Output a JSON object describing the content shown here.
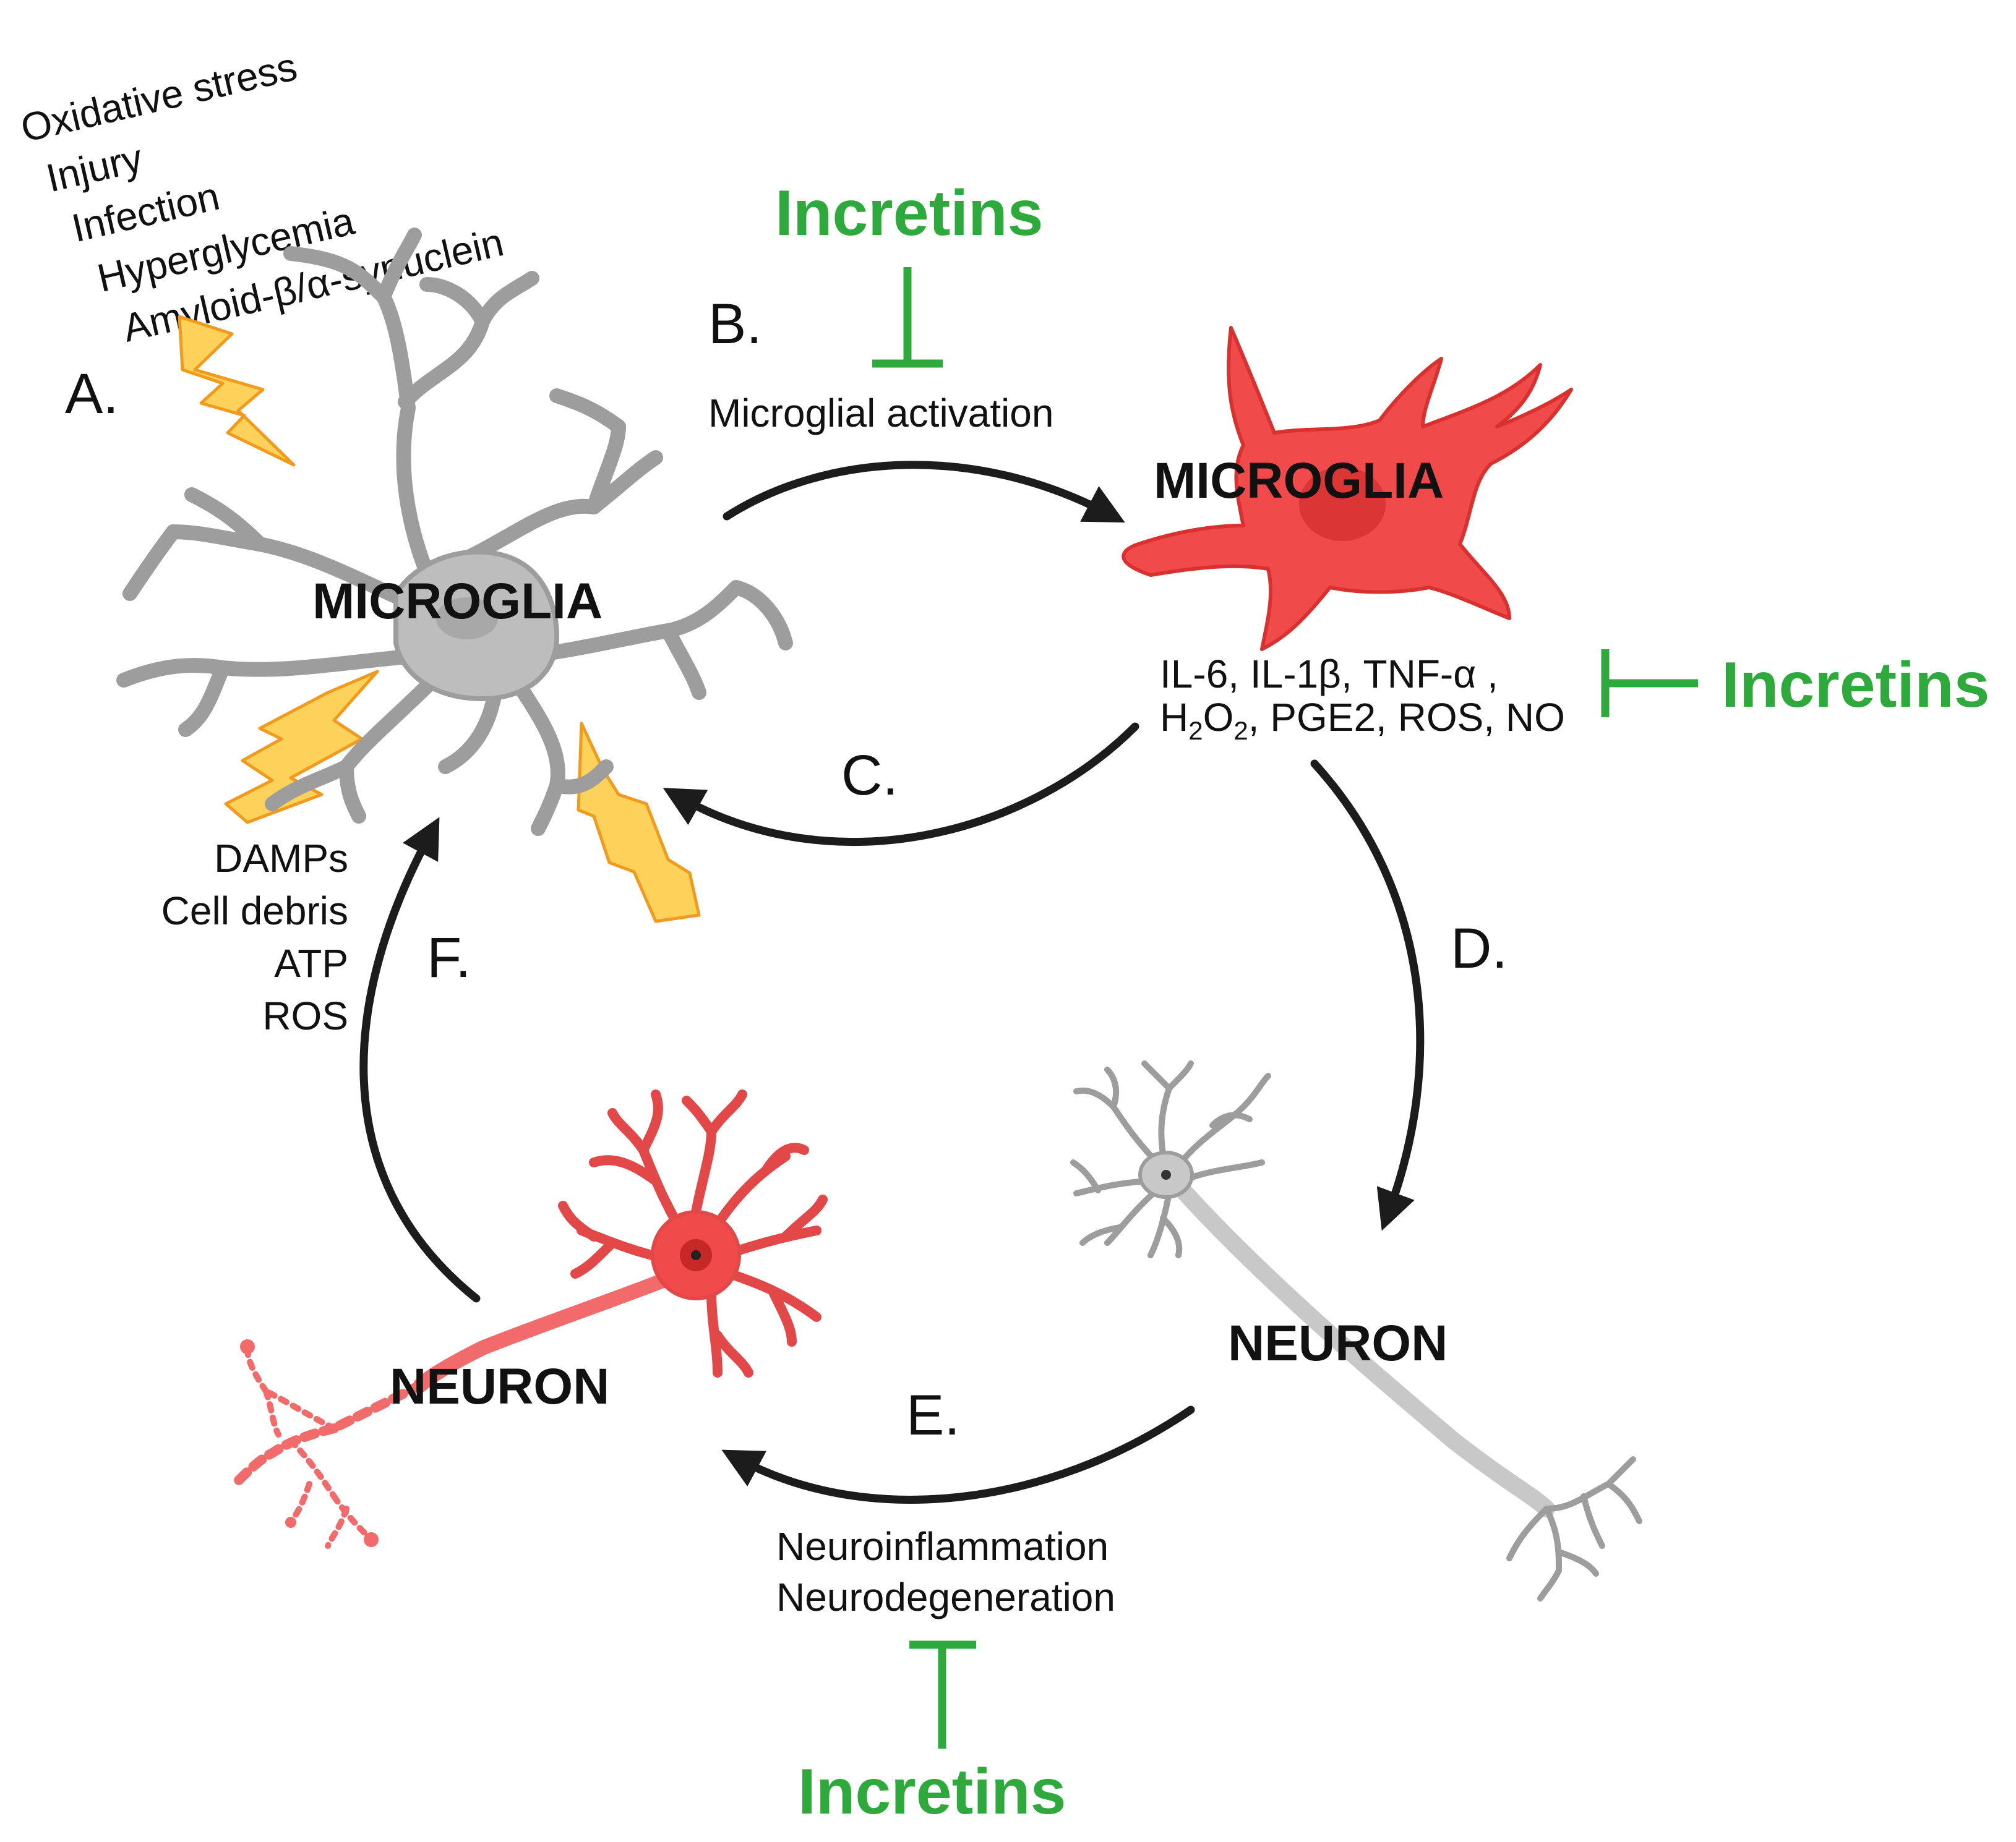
{
  "colors": {
    "incretin_green": "#2eaa3c",
    "resting_cell_gray": "#bdbdbd",
    "activated_cell_red": "#f04a4a",
    "lightning_fill": "#fcd25a",
    "lightning_stroke": "#f29a1e",
    "arrow_black": "#1c1c1c"
  },
  "triggers": {
    "items": [
      "Oxidative stress",
      "Injury",
      "Infection",
      "Hyperglycemia",
      "Amyloid-β/α-synuclein"
    ]
  },
  "steps": {
    "a": "A.",
    "b": "B.",
    "c": "C.",
    "d": "D.",
    "e": "E.",
    "f": "F."
  },
  "cells": {
    "resting_microglia": "MICROGLIA",
    "activated_microglia": "MICROGLIA",
    "healthy_neuron": "NEURON",
    "damaged_neuron": "NEURON"
  },
  "labels": {
    "microglial_activation": "Microglial activation",
    "mediators_line1": "IL-6, IL-1β, TNF-α ,",
    "mediators_line2": {
      "h": "H",
      "sub1": "2",
      "o": "O",
      "sub2": "2",
      "rest": ", PGE2, ROS, NO"
    },
    "neuroinflammation": "Neuroinflammation",
    "neurodegeneration": "Neurodegeneration",
    "damps": [
      "DAMPs",
      "Cell debris",
      "ATP",
      "ROS"
    ]
  },
  "incretins": {
    "top": "Incretins",
    "right": "Incretins",
    "bottom": "Incretins"
  },
  "icons": {
    "lightning": "lightning-bolt-icon",
    "inhibition": "t-bar-inhibition-icon"
  }
}
